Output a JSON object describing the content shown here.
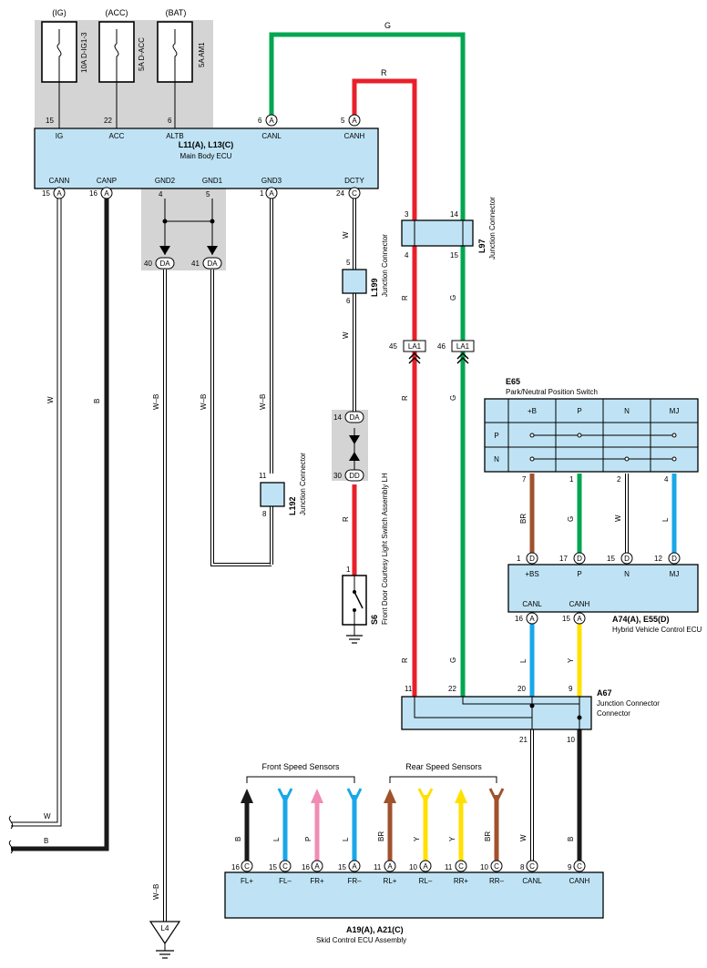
{
  "colors": {
    "R": "#e8202a",
    "G": "#00a650",
    "B": "#1a1a1a",
    "W": "#ffffff",
    "BR": "#a0522d",
    "L": "#1aa7e8",
    "Y": "#ffe000",
    "P": "#f08cb4",
    "ecu_fill": "#bfe3f5",
    "shade": "#d4d4d4"
  },
  "fuses": [
    {
      "label": "(IG)",
      "rating": "10A D-IG1-3"
    },
    {
      "label": "(ACC)",
      "rating": "5A D-ACC"
    },
    {
      "label": "(BAT)",
      "rating": "5A AM1"
    }
  ],
  "main_ecu": {
    "id": "L11(A), L13(C)",
    "name": "Main Body ECU",
    "top_pins": [
      {
        "num": "15",
        "name": "IG"
      },
      {
        "num": "22",
        "name": "ACC"
      },
      {
        "num": "6",
        "name": "ALTB"
      },
      {
        "num": "6",
        "conn": "A",
        "name": "CANL"
      },
      {
        "num": "5",
        "conn": "A",
        "name": "CANH"
      }
    ],
    "bottom_pins": [
      {
        "num": "15",
        "conn": "A",
        "name": "CANN"
      },
      {
        "num": "16",
        "conn": "A",
        "name": "CANP"
      },
      {
        "num": "4",
        "name": "GND2"
      },
      {
        "num": "5",
        "name": "GND1"
      },
      {
        "num": "1",
        "conn": "A",
        "name": "GND3"
      },
      {
        "num": "24",
        "conn": "C",
        "name": "DCTY"
      }
    ]
  },
  "wire_labels": {
    "g_top": "G",
    "r_top": "R",
    "cann": "W",
    "canp": "B",
    "gnd2": "W–B",
    "gnd1": "W–B",
    "gnd3": "W–B",
    "dcty1": "W",
    "dcty2": "W",
    "s6_r": "R",
    "r_mid1": "R",
    "g_mid1": "G",
    "r_mid2": "R",
    "g_mid2": "G",
    "r_low": "R",
    "g_low": "G",
    "w_left": "W",
    "b_left": "B",
    "wb_bottom": "W–B",
    "canl_down": "W",
    "canh_down": "B",
    "br": "BR",
    "g_pn": "G",
    "w_n": "W",
    "l_mj": "L",
    "l_canl": "L",
    "y_canh": "Y"
  },
  "connectors": {
    "da40": {
      "num": "40",
      "conn": "DA"
    },
    "da41": {
      "num": "41",
      "conn": "DA"
    },
    "da14": {
      "num": "14",
      "conn": "DA"
    },
    "dd30": {
      "num": "30",
      "conn": "DD"
    },
    "la1_45": {
      "num": "45",
      "conn": "LA1"
    },
    "la1_46": {
      "num": "46",
      "conn": "LA1"
    }
  },
  "l97": {
    "id": "L97",
    "desc": "Junction Connector",
    "pins": [
      "3",
      "14",
      "4",
      "15"
    ]
  },
  "l199": {
    "id": "L199",
    "desc": "Junction Connector",
    "pins": [
      "5",
      "6"
    ]
  },
  "l192": {
    "id": "L192",
    "desc": "Junction Connector",
    "pins": [
      "11",
      "8"
    ]
  },
  "s6": {
    "id": "S6",
    "desc": "Front Door Courtesy Light Switch Assembly LH",
    "pin": "1"
  },
  "e65": {
    "id": "E65",
    "name": "Park/Neutral Position Switch",
    "cols": [
      "+B",
      "P",
      "N",
      "MJ"
    ],
    "rows": [
      "P",
      "N"
    ],
    "pins": [
      "7",
      "1",
      "2",
      "4"
    ]
  },
  "hv_ecu": {
    "id": "A74(A), E55(D)",
    "name": "Hybrid Vehicle Control ECU",
    "top_pins": [
      {
        "num": "1",
        "conn": "D",
        "name": "+BS"
      },
      {
        "num": "17",
        "conn": "D",
        "name": "P"
      },
      {
        "num": "15",
        "conn": "D",
        "name": "N"
      },
      {
        "num": "12",
        "conn": "D",
        "name": "MJ"
      }
    ],
    "bottom_pins": [
      {
        "num": "16",
        "conn": "A",
        "name": "CANL"
      },
      {
        "num": "15",
        "conn": "A",
        "name": "CANH"
      }
    ]
  },
  "a67": {
    "id": "A67",
    "desc": "Junction Connector",
    "pins": [
      "11",
      "22",
      "20",
      "9",
      "21",
      "10"
    ]
  },
  "skid": {
    "id": "A19(A), A21(C)",
    "name": "Skid Control ECU Assembly",
    "front_label": "Front Speed Sensors",
    "rear_label": "Rear Speed Sensors",
    "pins": [
      {
        "num": "16",
        "conn": "C",
        "name": "FL+",
        "wire": "B"
      },
      {
        "num": "15",
        "conn": "C",
        "name": "FL–",
        "wire": "L"
      },
      {
        "num": "16",
        "conn": "A",
        "name": "FR+",
        "wire": "P"
      },
      {
        "num": "15",
        "conn": "A",
        "name": "FR–",
        "wire": "L"
      },
      {
        "num": "11",
        "conn": "A",
        "name": "RL+",
        "wire": "BR"
      },
      {
        "num": "10",
        "conn": "A",
        "name": "RL–",
        "wire": "Y"
      },
      {
        "num": "11",
        "conn": "C",
        "name": "RR+",
        "wire": "Y"
      },
      {
        "num": "10",
        "conn": "C",
        "name": "RR–",
        "wire": "BR"
      },
      {
        "num": "8",
        "conn": "C",
        "name": "CANL"
      },
      {
        "num": "9",
        "conn": "C",
        "name": "CANH"
      }
    ]
  },
  "ground": {
    "id": "L4"
  }
}
